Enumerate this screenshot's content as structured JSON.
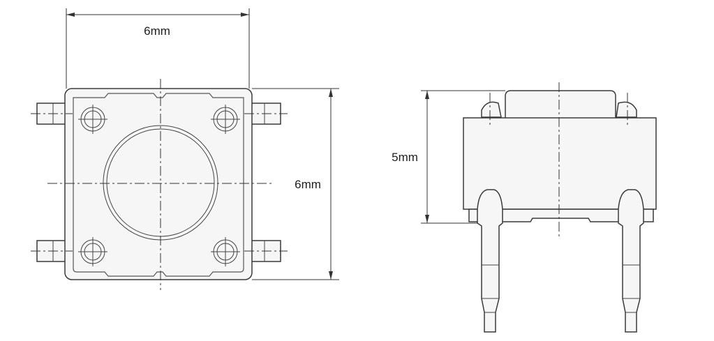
{
  "dimensions": {
    "top_width": "6mm",
    "top_height": "6mm",
    "side_height": "5mm"
  },
  "colors": {
    "line": "#3a3a3a",
    "fill": "#f6f6f6",
    "background": "#ffffff"
  }
}
